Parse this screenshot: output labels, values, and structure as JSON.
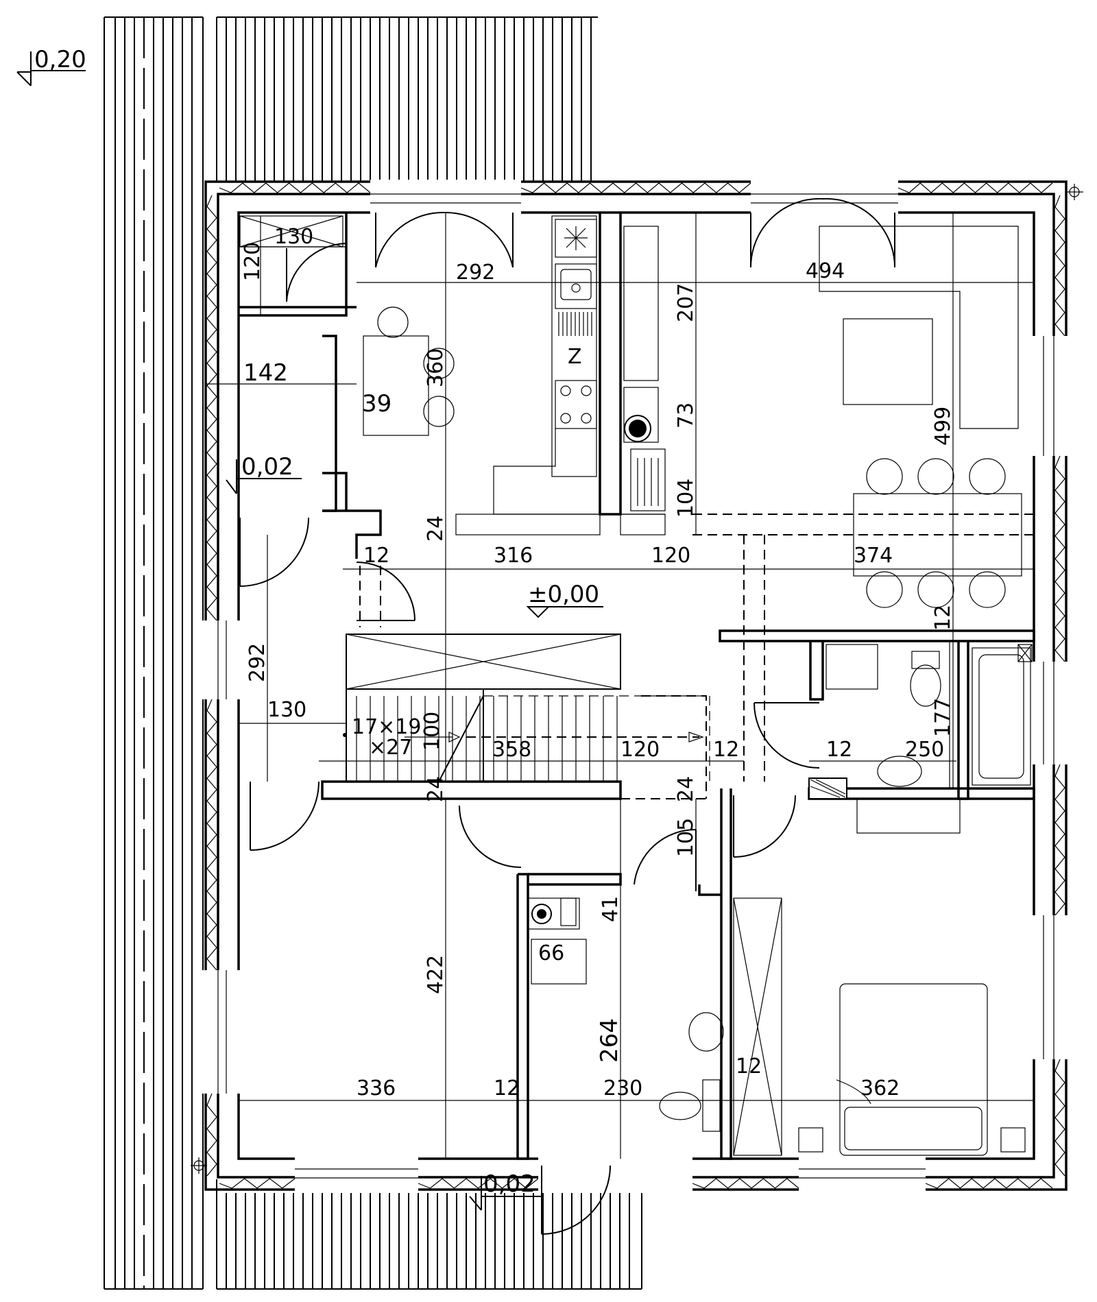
{
  "levels": {
    "terrace_left": "0,20",
    "hall_entry": "0,02",
    "main_floor": "±0,00",
    "terrace_bottom": "0,02"
  },
  "dimensions": {
    "d130_top": "130",
    "d120_left": "120",
    "d292_top": "292",
    "d494": "494",
    "d207": "207",
    "d142": "142",
    "d39": "39",
    "d360": "360",
    "d73": "73",
    "d499": "499",
    "d104": "104",
    "d24_a": "24",
    "d12_a": "12",
    "d316": "316",
    "d120_mid": "120",
    "d374": "374",
    "d12_b": "12",
    "d292_left": "292",
    "d130_left": "130",
    "d100": "100",
    "d358": "358",
    "d120_stairs": "120",
    "d12_c": "12",
    "d12_d": "12",
    "d250": "250",
    "d177": "177",
    "d24_b": "24",
    "d24_c": "24",
    "d105": "105",
    "d41": "41",
    "d66": "66",
    "d422": "422",
    "d264": "264",
    "d336": "336",
    "d12_e": "12",
    "d230": "230",
    "d12_f": "12",
    "d362": "362"
  },
  "stairs": {
    "line1": "17×19",
    "line2": "×27"
  },
  "kitchen_mark": "Z"
}
